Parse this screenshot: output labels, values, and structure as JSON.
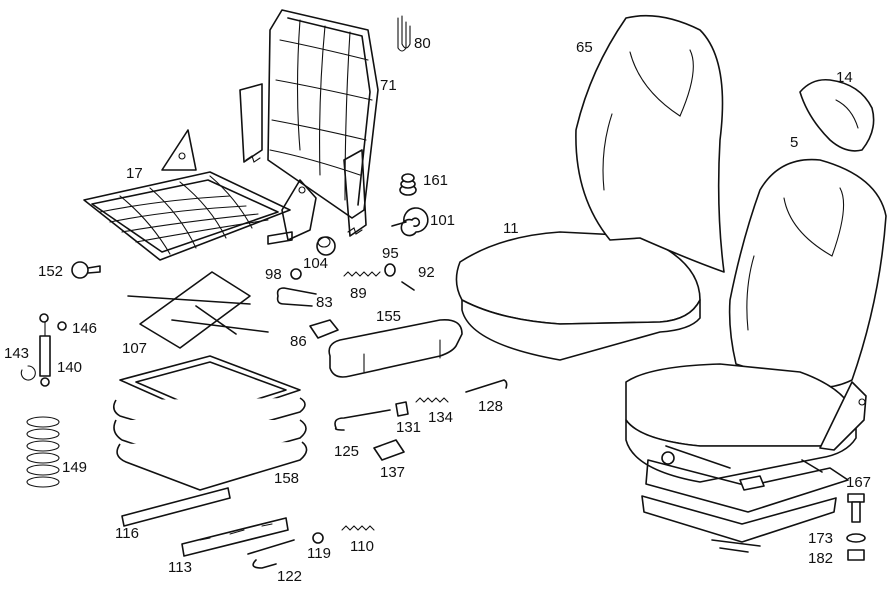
{
  "callouts": {
    "c5": "5",
    "c11": "11",
    "c14": "14",
    "c17": "17",
    "c65": "65",
    "c71": "71",
    "c80": "80",
    "c83": "83",
    "c86": "86",
    "c89": "89",
    "c92": "92",
    "c95": "95",
    "c98": "98",
    "c101": "101",
    "c104": "104",
    "c107": "107",
    "c110": "110",
    "c113": "113",
    "c116": "116",
    "c119": "119",
    "c122": "122",
    "c125": "125",
    "c128": "128",
    "c131": "131",
    "c134": "134",
    "c137": "137",
    "c140": "140",
    "c143": "143",
    "c146": "146",
    "c149": "149",
    "c152": "152",
    "c155": "155",
    "c158": "158",
    "c161": "161",
    "c167": "167",
    "c173": "173",
    "c182": "182"
  },
  "parts": {
    "p5": "complete-seat-icon",
    "p11": "seat-cushion-icon",
    "p14": "headrest-icon",
    "p17": "seat-frame-icon",
    "p65": "backrest-cushion-icon",
    "p71": "backrest-frame-icon",
    "p149": "coil-spring-icon",
    "p158": "suspension-bellows-icon"
  }
}
